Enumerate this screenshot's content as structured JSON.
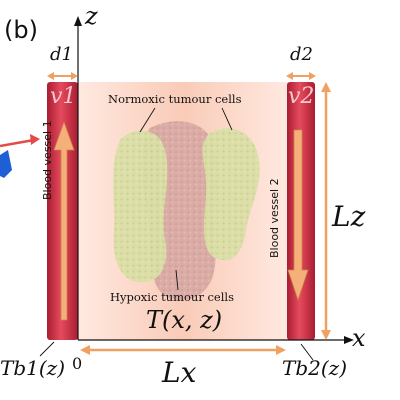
{
  "panel_label": "(b)",
  "axis": {
    "z": "z",
    "x": "x",
    "origin": "0"
  },
  "widths": {
    "d1": "d1",
    "d2": "d2"
  },
  "velocities": {
    "v1": "v1",
    "v2": "v2"
  },
  "lengths": {
    "Lz": "Lz",
    "Lx": "Lx"
  },
  "labels": {
    "normoxic": "Normoxic tumour cells",
    "hypoxic": "Hypoxic tumour cells",
    "vessel1": "Blood vessel 1",
    "vessel2": "Blood vessel 2",
    "temperature": "T(x, z)",
    "tb1": "Tb1(z)",
    "tb2": "Tb2(z)"
  },
  "colors": {
    "vessel": "#d32f45",
    "vessel_dark": "#a81d32",
    "arrow_fill": "#f5b07a",
    "normoxic": "#d6dca0",
    "hypoxic": "#d8a9a3",
    "tissue": "#fbd9cc",
    "inlet_arrow": "#e34b4b",
    "blue_block": "#1f5fd6"
  }
}
